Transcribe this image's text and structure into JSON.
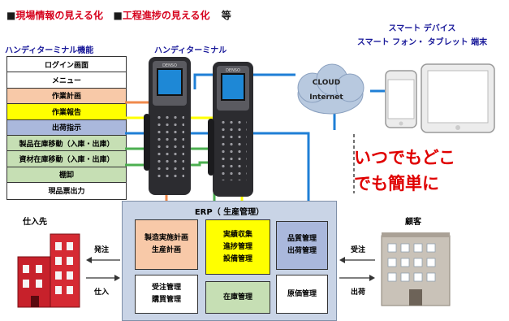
{
  "header": {
    "square": "■",
    "item1": "現場情報の見える化",
    "item2": "工程進捗の見える化",
    "etc": "等"
  },
  "functions": {
    "title": "ハンディターミナル機能",
    "items": [
      {
        "label": "ログイン画面",
        "bg": "#ffffff"
      },
      {
        "label": "メニュー",
        "bg": "#ffffff"
      },
      {
        "label": "作業計画",
        "bg": "#f8c9a8"
      },
      {
        "label": "作業報告",
        "bg": "#ffff00"
      },
      {
        "label": "出荷指示",
        "bg": "#aab8dc"
      },
      {
        "label": "製品在庫移動（入庫・出庫）",
        "bg": "#c6dfb4"
      },
      {
        "label": "資材在庫移動（入庫・出庫）",
        "bg": "#c6dfb4"
      },
      {
        "label": "棚卸",
        "bg": "#c6dfb4"
      },
      {
        "label": "現品票出力",
        "bg": "#ffffff"
      }
    ]
  },
  "terminal": {
    "title": "ハンディターミナル",
    "brand": "DENSO"
  },
  "cloud": {
    "line1": "CLOUD",
    "line2": "Internet"
  },
  "smart": {
    "line1": "スマート デバイス",
    "line2": "スマート フォン・ タブレット 端末"
  },
  "catchphrase": {
    "line1": "いつでもどこ",
    "line2": "でも簡単に"
  },
  "erp": {
    "title": "ERP（ 生産管理）",
    "modules": {
      "plan": {
        "line1": "製造実施計画",
        "line2": "生産計画",
        "bg": "#f8c9a8"
      },
      "progress": {
        "line1": "実績収集",
        "line2": "進捗管理",
        "line3": "設備管理",
        "bg": "#ffff00"
      },
      "quality": {
        "line1": "品質管理",
        "line2": "出荷管理",
        "bg": "#aab8dc"
      },
      "order": {
        "line1": "受注管理",
        "line2": "購買管理",
        "bg": "#ffffff"
      },
      "inventory": {
        "line1": "在庫管理",
        "bg": "#c6dfb4"
      },
      "cost": {
        "line1": "原価管理",
        "bg": "#ffffff"
      }
    }
  },
  "supplier": {
    "title": "仕入先",
    "to_label": "発注",
    "from_label": "仕入"
  },
  "customer": {
    "title": "顧客",
    "from_label": "受注",
    "to_label": "出荷"
  },
  "colors": {
    "orange_line": "#f08a4b",
    "yellow_line": "#ffff00",
    "blue_line": "#1f7fd6",
    "green_line": "#4caf50"
  }
}
